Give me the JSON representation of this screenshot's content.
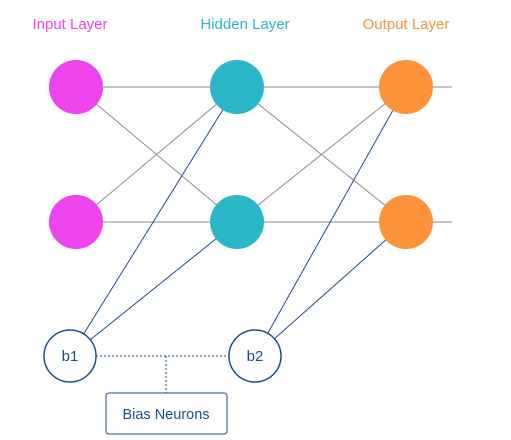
{
  "labels": {
    "input_layer": "Input Layer",
    "hidden_layer": "Hidden Layer",
    "output_layer": "Output Layer"
  },
  "bias": {
    "b1": "b1",
    "b2": "b2",
    "box_label": "Bias Neurons"
  },
  "colors": {
    "input": "#ee44ee",
    "hidden": "#2ab7c8",
    "output": "#fc9239",
    "gray_line": "#8a8a8a",
    "blue_line": "#1d4e89"
  }
}
